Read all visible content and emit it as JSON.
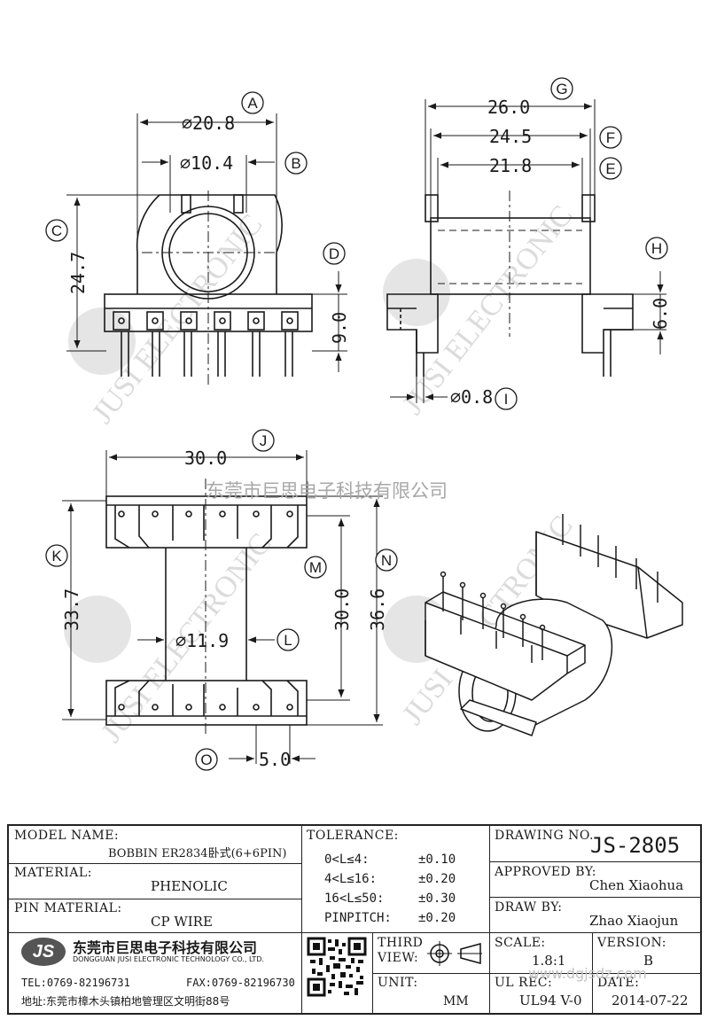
{
  "dimensions": {
    "A": {
      "letter": "A",
      "value": "⌀20.8"
    },
    "B": {
      "letter": "B",
      "value": "⌀10.4"
    },
    "C": {
      "letter": "C",
      "value": "24.7"
    },
    "D": {
      "letter": "D",
      "value": "9.0"
    },
    "E": {
      "letter": "E",
      "value": "21.8"
    },
    "F": {
      "letter": "F",
      "value": "24.5"
    },
    "G": {
      "letter": "G",
      "value": "26.0"
    },
    "H": {
      "letter": "H",
      "value": "6.0"
    },
    "I": {
      "letter": "I",
      "value": "⌀0.8"
    },
    "J": {
      "letter": "J",
      "value": "30.0"
    },
    "K": {
      "letter": "K",
      "value": "33.7"
    },
    "L": {
      "letter": "L",
      "value": "⌀11.9"
    },
    "M": {
      "letter": "M",
      "value": "30.0"
    },
    "N": {
      "letter": "N",
      "value": "36.6"
    },
    "O": {
      "letter": "O",
      "value": "5.0"
    }
  },
  "watermark": {
    "company_cn": "东莞市巨思电子科技有限公司",
    "brand_en": "JUSI ELECTRONIC",
    "logo": "JS",
    "site": "www.dgjsdz.com"
  },
  "title_block": {
    "model_name_label": "MODEL NAME:",
    "model_name": "BOBBIN ER2834卧式(6+6PIN)",
    "material_label": "MATERIAL:",
    "material": "PHENOLIC",
    "pin_material_label": "PIN MATERIAL:",
    "pin_material": "CP WIRE",
    "tolerance_label": "TOLERANCE:",
    "tolerances": [
      {
        "range": "0<L≤4:",
        "value": "±0.10"
      },
      {
        "range": "4<L≤16:",
        "value": "±0.20"
      },
      {
        "range": "16<L≤50:",
        "value": "±0.30"
      },
      {
        "range": "PINPITCH:",
        "value": "±0.20"
      }
    ],
    "drawing_no_label": "DRAWING NO.",
    "drawing_no": "JS-2805",
    "approved_by_label": "APPROVED BY:",
    "approved_by": "Chen Xiaohua",
    "draw_by_label": "DRAW BY:",
    "draw_by": "Zhao Xiaojun",
    "third_view_label": "THIRD VIEW:",
    "unit_label": "UNIT:",
    "unit": "MM",
    "scale_label": "SCALE:",
    "scale": "1.8:1",
    "version_label": "VERSION:",
    "version": "B",
    "ul_rec_label": "UL REC:",
    "ul_rec": "UL94 V-0",
    "date_label": "DATE:",
    "date": "2014-07-22",
    "company_cn": "东莞市巨思电子科技有限公司",
    "company_en": "DONGGUAN JUSI ELECTRONIC TECHNOLOGY CO., LTD.",
    "logo": "JS",
    "tel": "TEL:0769-82196731",
    "fax": "FAX:0769-82196730",
    "address": "地址:东莞市樟木头镇柏地管理区文明街88号"
  },
  "colors": {
    "line": "#1a1a1a",
    "watermark": "#bdbdbd",
    "logo_bg": "#555555"
  }
}
